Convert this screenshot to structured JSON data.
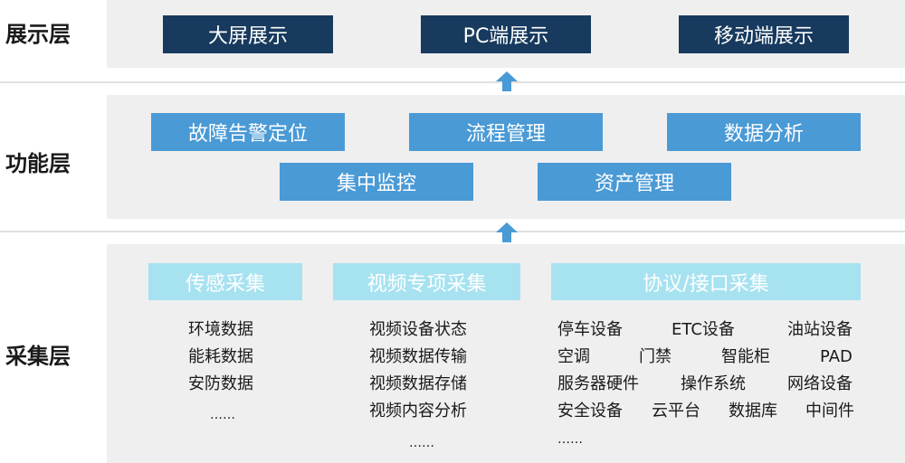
{
  "layers": {
    "display": {
      "label": "展示层",
      "items": [
        "大屏展示",
        "PC端展示",
        "移动端展示"
      ]
    },
    "function": {
      "label": "功能层",
      "items": [
        "故障告警定位",
        "流程管理",
        "数据分析",
        "集中监控",
        "资产管理"
      ]
    },
    "collection": {
      "label": "采集层",
      "headers": [
        "传感采集",
        "视频专项采集",
        "协议/接口采集"
      ],
      "sensor_items": [
        "环境数据",
        "能耗数据",
        "安防数据",
        "……"
      ],
      "video_items": [
        "视频设备状态",
        "视频数据传输",
        "视频数据存储",
        "视频内容分析",
        "……"
      ],
      "protocol_rows": [
        [
          "停车设备",
          "ETC设备",
          "油站设备"
        ],
        [
          "空调",
          "门禁",
          "智能柜",
          "PAD"
        ],
        [
          "服务器硬件",
          "操作系统",
          "网络设备"
        ],
        [
          "安全设备",
          "云平台",
          "数据库",
          "中间件"
        ],
        [
          "……"
        ]
      ]
    }
  },
  "colors": {
    "display_box": "#173a5e",
    "function_box": "#4a9ad6",
    "collection_header": "#a7e2f0",
    "arrow": "#4a9ad6",
    "panel_bg": "#efeff0"
  }
}
